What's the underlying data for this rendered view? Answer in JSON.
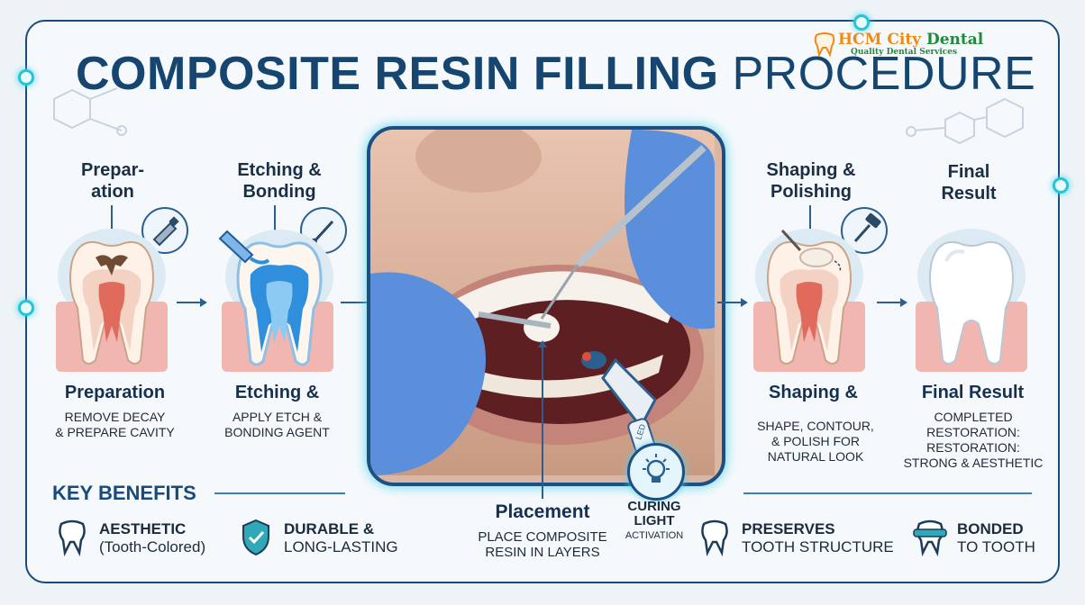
{
  "logo": {
    "name_part1": "HCM City",
    "name_part2": "Dental",
    "tagline": "Quality Dental Services"
  },
  "title": {
    "bold": "COMPOSITE RESIN FILLING",
    "light": "PROCEDURE"
  },
  "steps": {
    "preparation": {
      "top_line1": "Prepar-",
      "top_line2": "ation",
      "name": "Preparation",
      "desc_line1": "Remove Decay",
      "desc_line2": "& Prepare Cavity"
    },
    "etching": {
      "top_line1": "Etching &",
      "top_line2": "Bonding",
      "name": "Etching &",
      "desc_line1": "Apply Etch &",
      "desc_line2": "Bonding Agent"
    },
    "placement": {
      "name": "Placement",
      "desc_line1": "Place Composite",
      "desc_line2": "Resin in Layers"
    },
    "shaping": {
      "top_line1": "Shaping &",
      "top_line2": "Polishing",
      "name": "Shaping &",
      "desc_line1": "Shape, Contour,",
      "desc_line2": "& Polish for",
      "desc_line3": "Natural Look"
    },
    "final": {
      "top_line1": "Final",
      "top_line2": "Result",
      "name": "Final Result",
      "desc_line1": "Completed",
      "desc_line2": "Restoration:",
      "desc_line3": "Restoration:",
      "desc_line4": "Strong & Aesthetic"
    }
  },
  "curing": {
    "line1": "CURING",
    "line2": "LIGHT",
    "line3": "ACTIVATION",
    "device_label": "LED"
  },
  "key_benefits": {
    "heading": "KEY BENEFITS",
    "items": [
      {
        "line1": "AESTHETIC",
        "line2": "(Tooth-Colored)",
        "icon": "tooth-outline-icon"
      },
      {
        "line1": "DURABLE &",
        "line2": "LONG-LASTING",
        "icon": "shield-check-icon"
      },
      {
        "line1": "PRESERVES",
        "line2": "TOOTH STRUCTURE",
        "icon": "tooth-outline-icon"
      },
      {
        "line1": "BONDED",
        "line2": "TO TOOTH",
        "icon": "bonded-tooth-icon"
      }
    ]
  },
  "colors": {
    "primary": "#16466f",
    "accent": "#27c3d8",
    "gum": "#f2b6b0",
    "dentin": "#f3d2c3",
    "pulp": "#e06b5c",
    "etch": "#2f8fdc",
    "glove": "#5b8fdc"
  }
}
